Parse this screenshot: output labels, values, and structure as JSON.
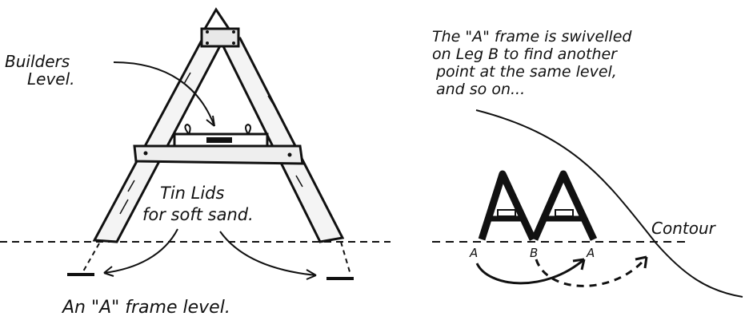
{
  "left_figure": {
    "label_level": [
      "Builders",
      "Level."
    ],
    "label_lids": [
      "Tin Lids",
      "for soft sand."
    ],
    "caption": "An \"A\" frame level."
  },
  "right_figure": {
    "note_lines": [
      "The \"A\" frame is swivelled",
      "on Leg B to find another",
      "point at the same level,",
      "and so on..."
    ],
    "contour_label": "Contour",
    "leg_labels": [
      "A",
      "B",
      "A"
    ]
  },
  "colors": {
    "ink": "#111111",
    "paper": "#ffffff",
    "wood": "#f4f4f4"
  }
}
